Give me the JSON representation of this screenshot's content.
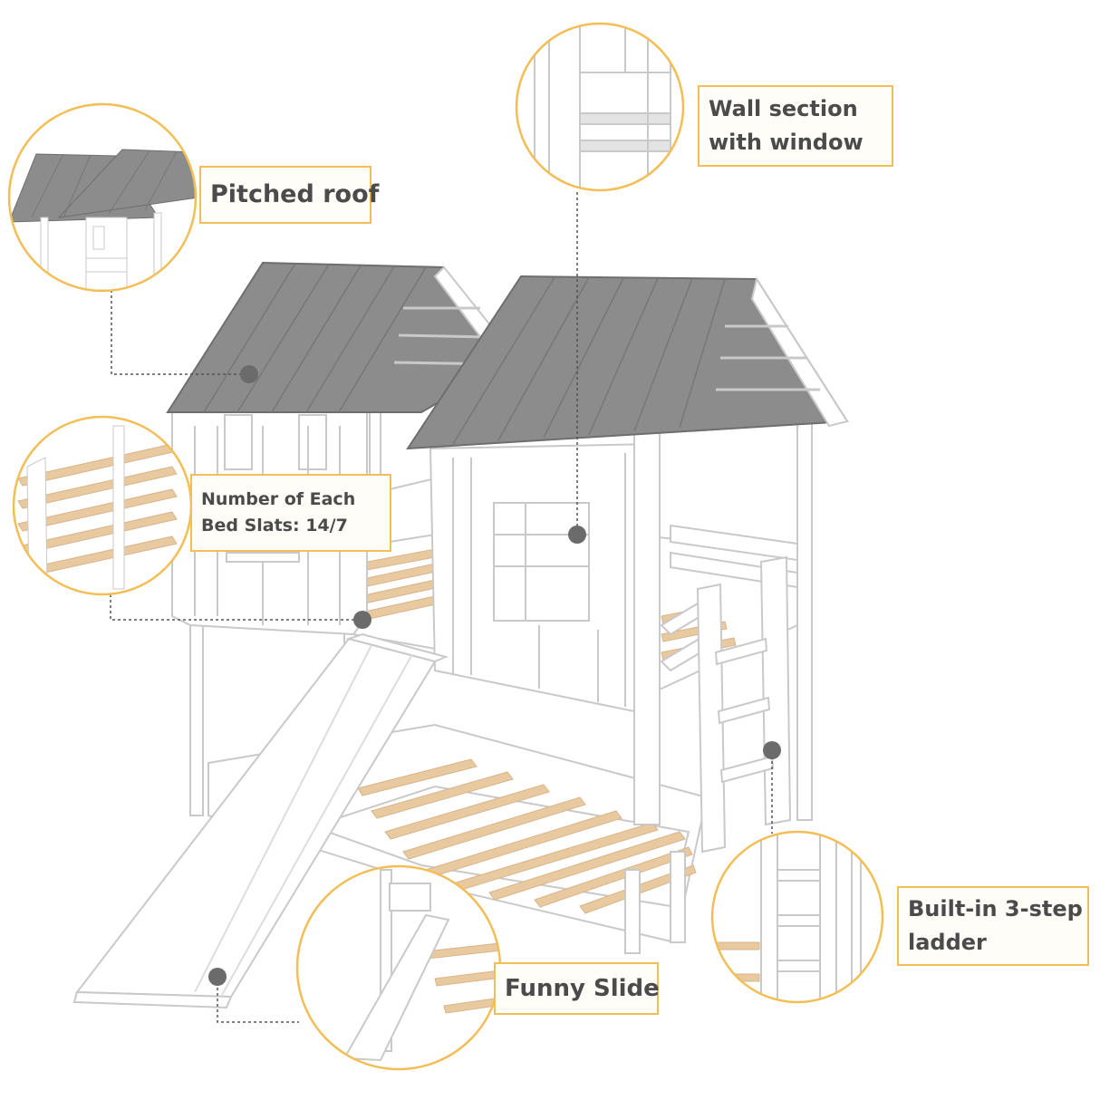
{
  "callouts": {
    "pitched_roof": {
      "lines": [
        "Pitched roof"
      ]
    },
    "wall_section": {
      "lines": [
        "Wall section",
        "with window"
      ]
    },
    "bed_slats": {
      "lines": [
        "Number of Each",
        "Bed Slats: 14/7"
      ]
    },
    "ladder": {
      "lines": [
        "Built-in 3-step",
        "ladder"
      ]
    },
    "slide": {
      "lines": [
        "Funny Slide"
      ]
    }
  },
  "colors": {
    "accent_border": "#f2be55",
    "roof": "#8c8c8c",
    "frame": "#ffffff",
    "outline": "#c9c9c9",
    "slat": "#e8c9a0",
    "marker": "#6b6b6b",
    "label_text": "#4b4b4b"
  }
}
